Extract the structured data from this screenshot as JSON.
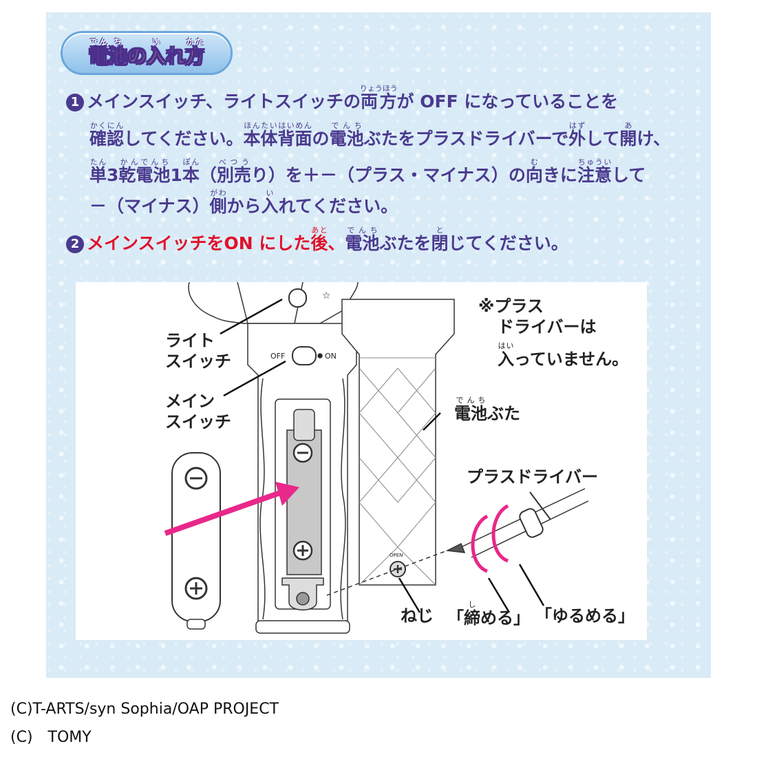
{
  "header": {
    "title": [
      {
        "t": "電",
        "r": "でん"
      },
      {
        "t": "池",
        "r": "ち"
      },
      {
        "t": "の"
      },
      {
        "t": "入",
        "r": "い"
      },
      {
        "t": "れ"
      },
      {
        "t": "方",
        "r": "かた"
      }
    ]
  },
  "steps": {
    "step1_number": "1",
    "step1_lines": [
      [
        {
          "t": "メインスイッチ、ライトスイッチの"
        },
        {
          "t": "両方",
          "r": "りょうほう"
        },
        {
          "t": "が OFF になっていることを"
        }
      ],
      [
        {
          "t": "確認",
          "r": "かくにん"
        },
        {
          "t": "してください。"
        },
        {
          "t": "本体背面",
          "r": "ほんたいはいめん"
        },
        {
          "t": "の"
        },
        {
          "t": "電池",
          "r": "でんち"
        },
        {
          "t": "ぶたをプラスドライバーで"
        },
        {
          "t": "外",
          "r": "はず"
        },
        {
          "t": "して"
        },
        {
          "t": "開",
          "r": "あ"
        },
        {
          "t": "け、"
        }
      ],
      [
        {
          "t": "単",
          "r": "たん"
        },
        {
          "t": "3"
        },
        {
          "t": "乾電池",
          "r": "かんでんち"
        },
        {
          "t": "1"
        },
        {
          "t": "本",
          "r": "ぽん"
        },
        {
          "t": "（"
        },
        {
          "t": "別売",
          "r": "べつう"
        },
        {
          "t": "り）を＋－（プラス・マイナス）の"
        },
        {
          "t": "向",
          "r": "む"
        },
        {
          "t": "きに"
        },
        {
          "t": "注意",
          "r": "ちゅうい"
        },
        {
          "t": "して"
        }
      ],
      [
        {
          "t": "－（マイナス）"
        },
        {
          "t": "側",
          "r": "がわ"
        },
        {
          "t": "から"
        },
        {
          "t": "入",
          "r": "い"
        },
        {
          "t": "れてください。"
        }
      ]
    ],
    "step2_number": "2",
    "step2_line": [
      {
        "t": "メインスイッチをON にした",
        "red": true
      },
      {
        "t": "後",
        "r": "あと",
        "red": true
      },
      {
        "t": "、",
        "red": true
      },
      {
        "t": "電池",
        "r": "でんち"
      },
      {
        "t": "ぶたを"
      },
      {
        "t": "閉",
        "r": "と"
      },
      {
        "t": "じてください。"
      }
    ]
  },
  "diagram": {
    "light_switch_label": [
      "ライト",
      "スイッチ"
    ],
    "main_switch_label": [
      "メイン",
      "スイッチ"
    ],
    "switch_off": "OFF",
    "switch_on": "ON",
    "note": [
      [
        {
          "t": "※プラス"
        }
      ],
      [
        {
          "t": "ドライバーは"
        }
      ],
      [
        {
          "t": "入",
          "r": "はい"
        },
        {
          "t": "っていません。"
        }
      ]
    ],
    "battery_cover_label": [
      {
        "t": "電池",
        "r": "でんち"
      },
      {
        "t": "ぶた"
      }
    ],
    "screwdriver_label": "プラスドライバー",
    "screw_label": "ねじ",
    "tighten_label": [
      {
        "t": "「"
      },
      {
        "t": "締",
        "r": "し"
      },
      {
        "t": "める」"
      }
    ],
    "loosen_label": "「ゆるめる」",
    "open_mark": "OPEN",
    "minus_symbol": "−",
    "plus_symbol": "+",
    "arrow_color": "#e8288a"
  },
  "footer": {
    "line1": "(C)T-ARTS/syn Sophia/OAP PROJECT",
    "line2": "(C)　TOMY"
  }
}
